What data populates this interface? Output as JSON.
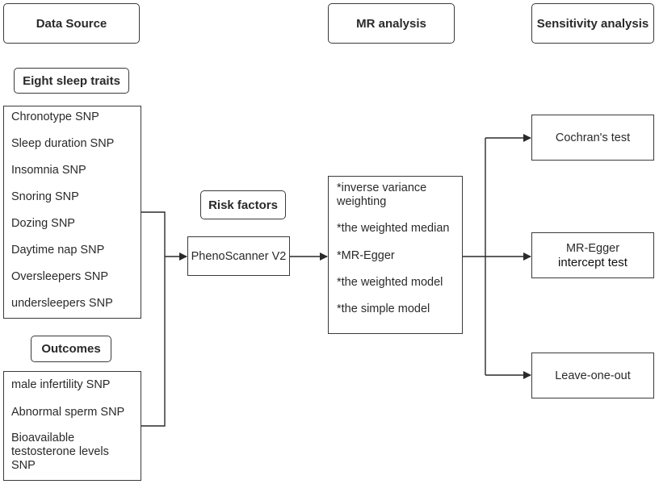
{
  "headers": {
    "data_source": "Data Source",
    "mr_analysis": "MR analysis",
    "sensitivity_analysis": "Sensitivity analysis"
  },
  "labels": {
    "eight_sleep_traits": "Eight sleep traits",
    "outcomes": "Outcomes",
    "risk_factors": "Risk factors"
  },
  "sleep_traits": [
    "Chronotype SNP",
    "Sleep duration SNP",
    "Insomnia SNP",
    "Snoring SNP",
    "Dozing SNP",
    "Daytime nap SNP",
    "Oversleepers SNP",
    "undersleepers SNP"
  ],
  "outcomes": [
    "male infertility SNP",
    "Abnormal sperm SNP",
    "Bioavailable testosterone levels SNP"
  ],
  "phenoscanner": "PhenoScanner V2",
  "mr_methods": [
    "*inverse variance weighting",
    "*the weighted median",
    "*MR-Egger",
    "*the weighted model",
    "*the simple model"
  ],
  "sensitivity": {
    "cochran": "Cochran's test",
    "egger_line1": "MR-Egger",
    "egger_line2": "intercept test",
    "leave_one_out": "Leave-one-out"
  }
}
